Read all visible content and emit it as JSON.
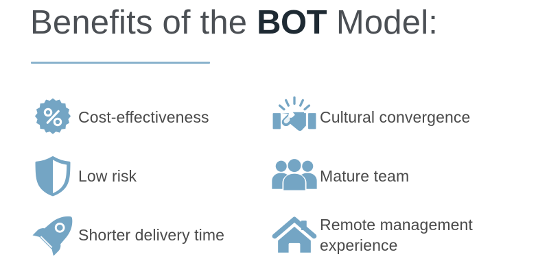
{
  "slide": {
    "background_color": "#ffffff",
    "accent_color": "#74a5c4",
    "rule_color": "#89b2cc",
    "title": {
      "lead": "Benefits of the ",
      "highlight": "BOT",
      "trail": " Model:",
      "text_color": "#4b4f54",
      "highlight_color": "#1e2a33"
    }
  },
  "benefits": {
    "left_column": [
      {
        "icon": "percent-badge-icon",
        "label": "Cost-effectiveness"
      },
      {
        "icon": "shield-icon",
        "label": "Low risk"
      },
      {
        "icon": "rocket-icon",
        "label": "Shorter delivery time"
      }
    ],
    "right_column": [
      {
        "icon": "handshake-icon",
        "label": "Cultural convergence"
      },
      {
        "icon": "people-group-icon",
        "label": "Mature team"
      },
      {
        "icon": "house-icon",
        "label": "Remote management\nexperience"
      }
    ]
  }
}
